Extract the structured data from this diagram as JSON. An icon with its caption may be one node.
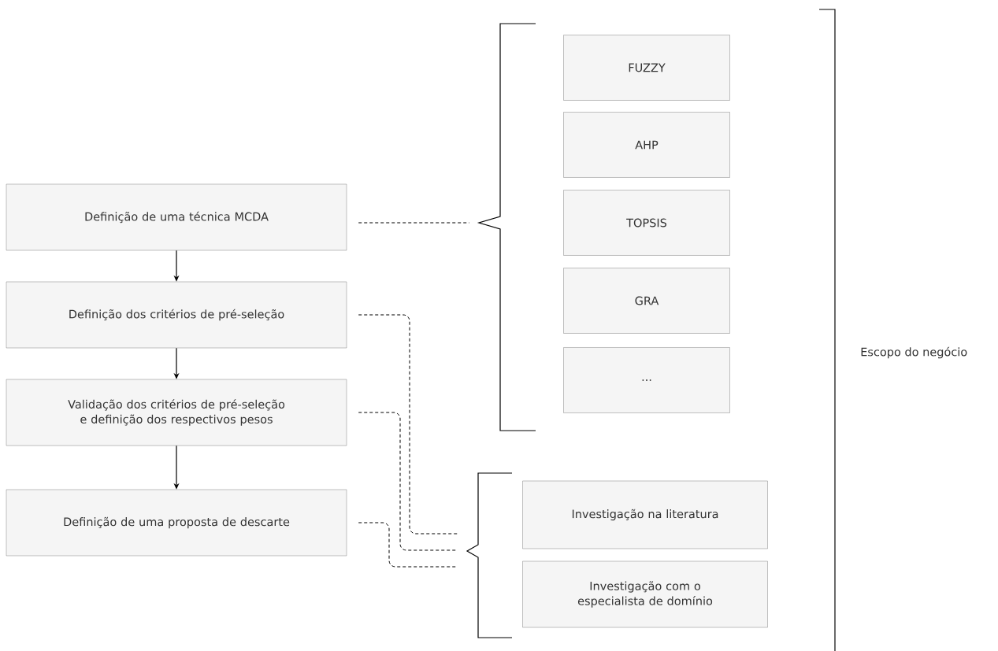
{
  "diagram": {
    "nodes": [
      {
        "text": [
          "Definição de uma técnica MCDA"
        ]
      },
      {
        "text": [
          "Definição dos critérios de pré-seleção"
        ]
      },
      {
        "text": [
          "Validação dos critérios de pré-seleção e definição dos respectivos pesos"
        ]
      },
      {
        "text": [
          "Definição de uma proposta de descarte"
        ]
      },
      {
        "text": [
          "FUZZY"
        ]
      },
      {
        "text": [
          "AHP"
        ]
      },
      {
        "text": [
          "TOPSIS"
        ]
      },
      {
        "text": [
          "GRA"
        ]
      },
      {
        "text": [
          "..."
        ]
      },
      {
        "text": [
          "Investigação na literatura"
        ]
      },
      {
        "text": [
          "Investigação com o especialista de domínio"
        ]
      },
      {
        "text": [],
        "shape": "bracket"
      },
      {
        "text": [],
        "shape": "bracket"
      }
    ],
    "edges": [
      {
        "from": 0,
        "to": 1,
        "arrow": "to"
      },
      {
        "from": 1,
        "to": 2,
        "arrow": "to"
      },
      {
        "from": 2,
        "to": 3,
        "arrow": "to"
      },
      {
        "from": 0,
        "to": 11,
        "arrow": "none",
        "style": "dashed"
      },
      {
        "from": 1,
        "to": 12,
        "arrow": "none",
        "style": "dashed"
      },
      {
        "from": 2,
        "to": 12,
        "arrow": "none",
        "style": "dashed"
      },
      {
        "from": 3,
        "to": 12,
        "arrow": "none",
        "style": "dashed"
      }
    ],
    "labels": [
      "Escopo do negócio"
    ]
  }
}
